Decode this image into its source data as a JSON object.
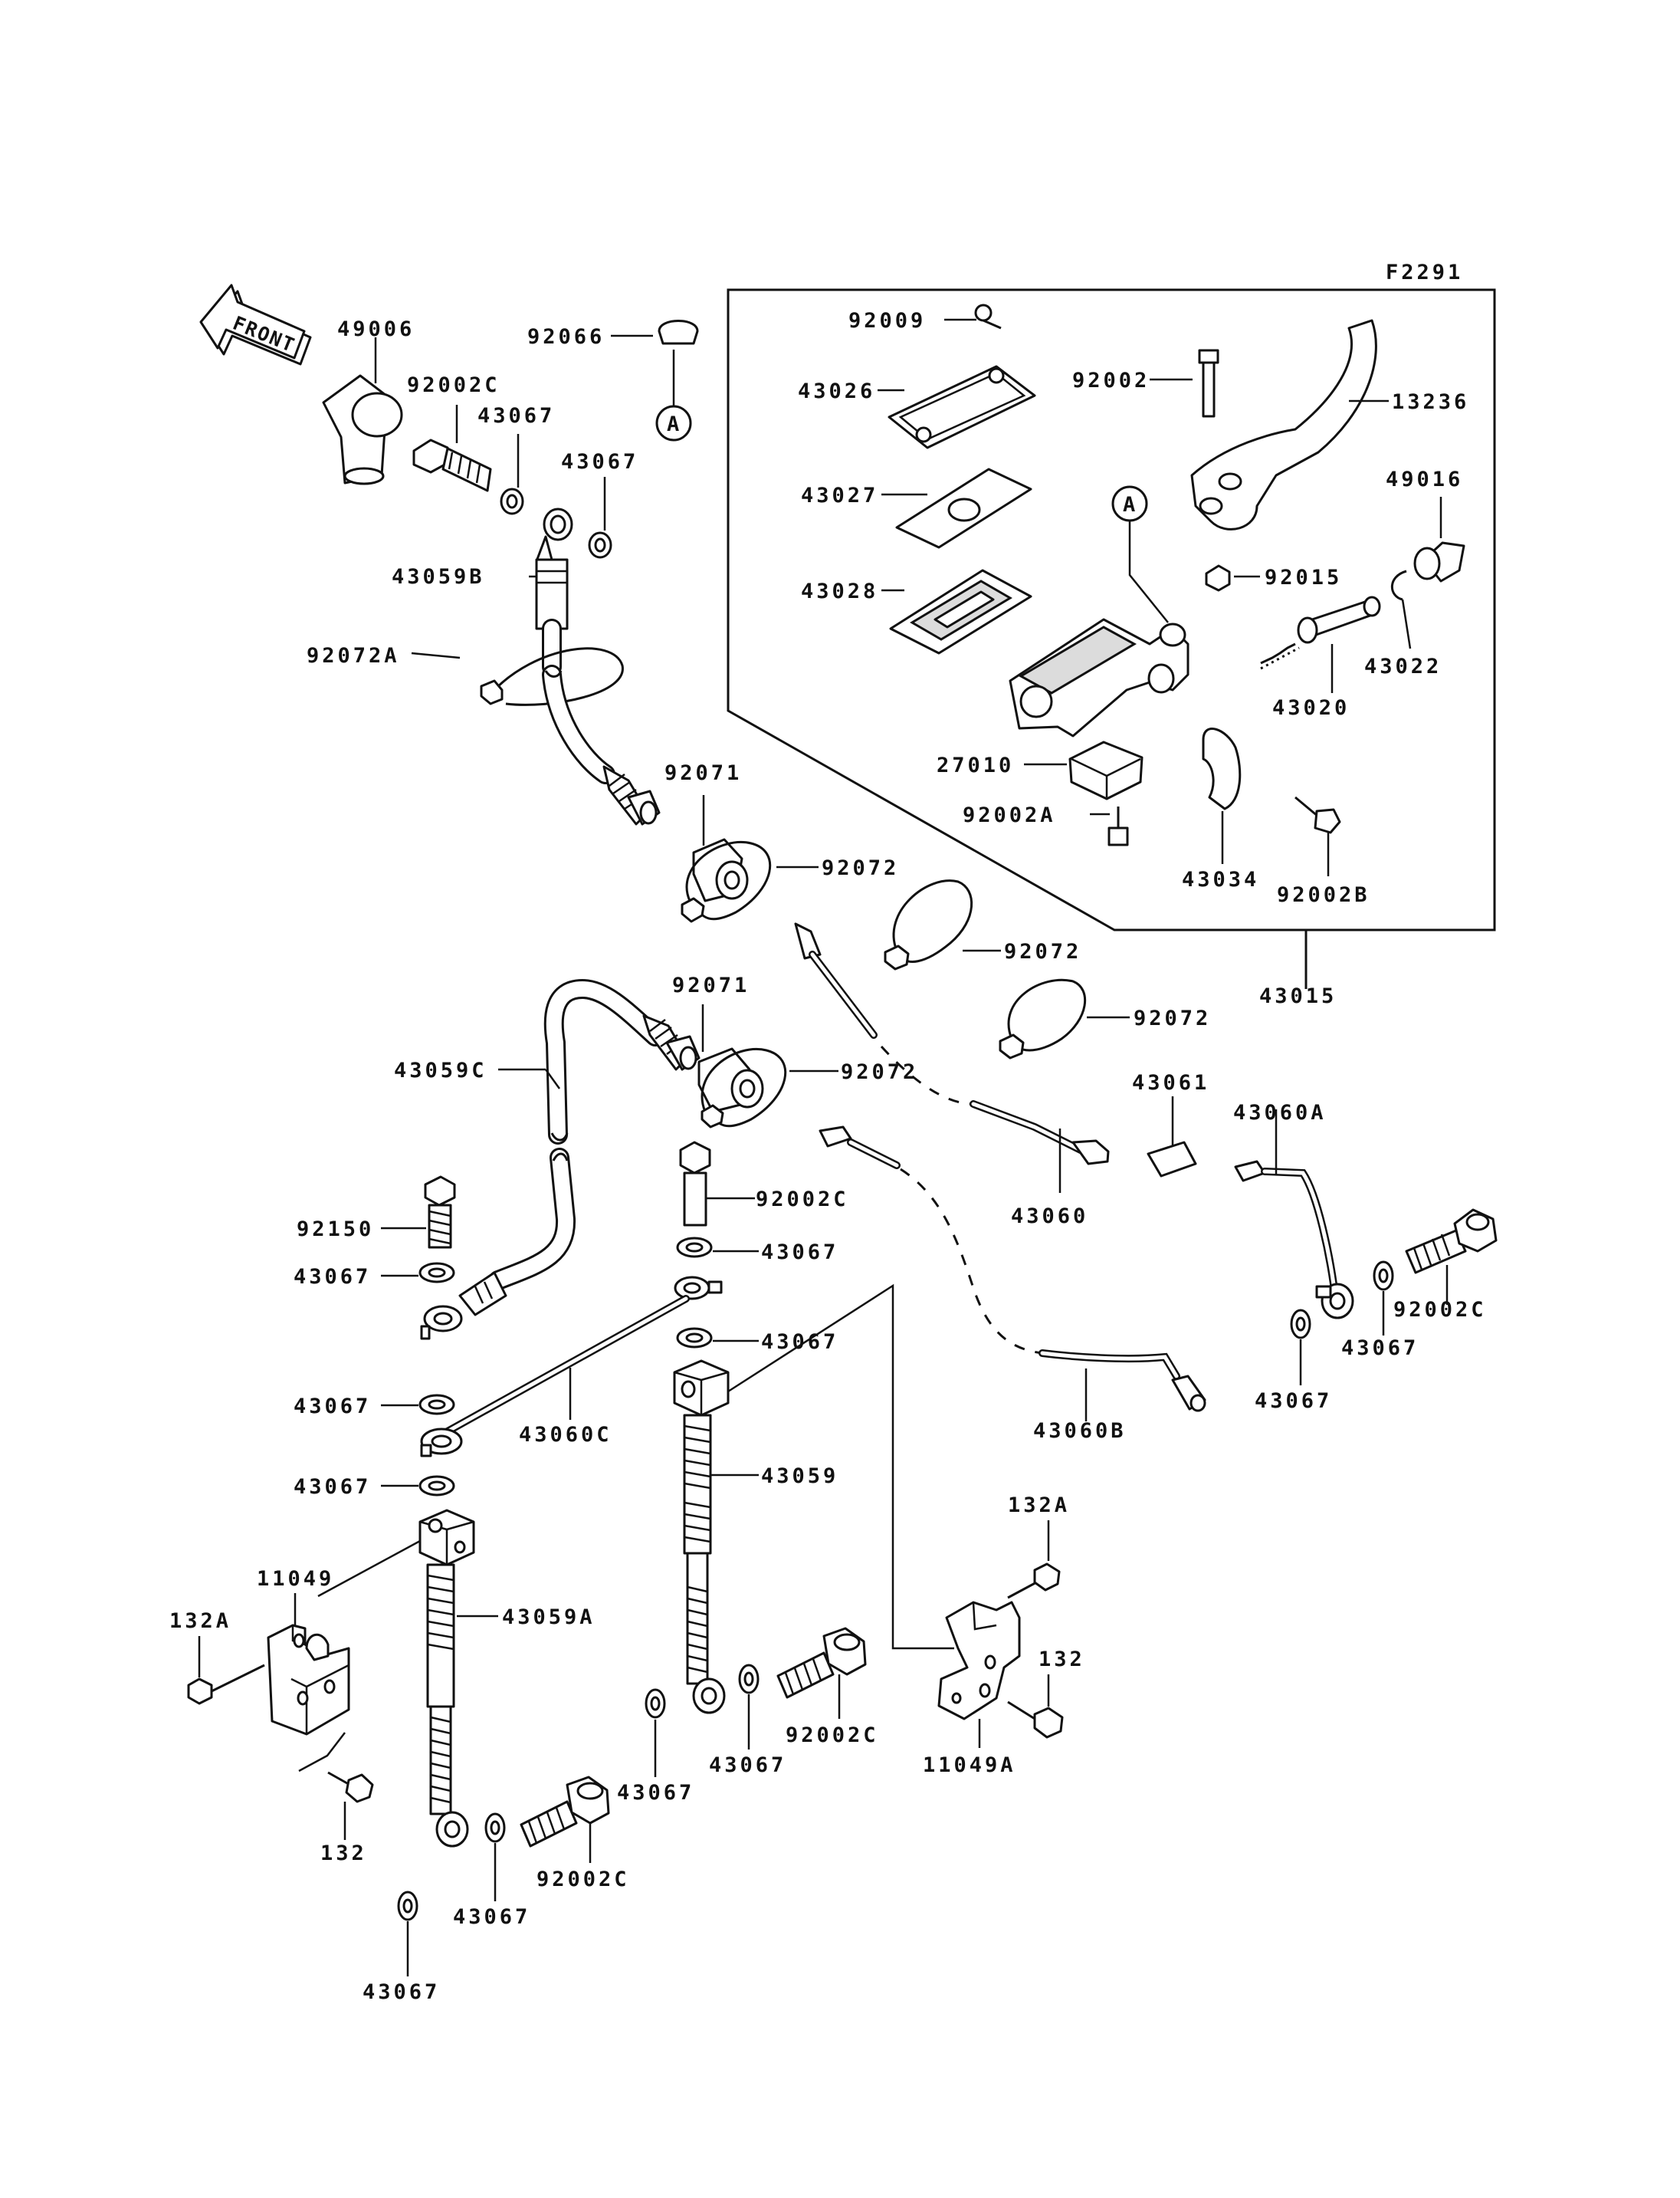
{
  "figure_id": "F2291",
  "front_label": "FRONT",
  "ref_marker": "A",
  "labels": {
    "l_49006": "49006",
    "l_92066": "92066",
    "l_92002C_top": "92002C",
    "l_43067_top1": "43067",
    "l_43067_top2": "43067",
    "l_43059B": "43059B",
    "l_92072A": "92072A",
    "l_92071_upper": "92071",
    "l_92072_upper": "92072",
    "l_92072_mid1": "92072",
    "l_92072_mid2": "92072",
    "l_92071_lower": "92071",
    "l_92072_lower": "92072",
    "l_43059C": "43059C",
    "l_92150": "92150",
    "l_43067_left1": "43067",
    "l_92002C_center": "92002C",
    "l_43067_center1": "43067",
    "l_43067_center2": "43067",
    "l_43067_left2": "43067",
    "l_43060C": "43060C",
    "l_43067_left3": "43067",
    "l_43059": "43059",
    "l_11049": "11049",
    "l_132A_left": "132A",
    "l_43059A": "43059A",
    "l_132_left": "132",
    "l_43067_bottom1": "43067",
    "l_43067_bottom2": "43067",
    "l_92002C_bottom": "92002C",
    "l_43067_bottom3": "43067",
    "l_43067_bottom4": "43067",
    "l_92002C_bottom2": "92002C",
    "l_132A_right": "132A",
    "l_132_right": "132",
    "l_11049A": "11049A",
    "l_43060B": "43060B",
    "l_43060": "43060",
    "l_43061": "43061",
    "l_43060A": "43060A",
    "l_43067_right1": "43067",
    "l_43067_right2": "43067",
    "l_92002C_right": "92002C",
    "l_92009": "92009",
    "l_43026": "43026",
    "l_43027": "43027",
    "l_43028": "43028",
    "l_92002": "92002",
    "l_13236": "13236",
    "l_49016": "49016",
    "l_92015": "92015",
    "l_43022": "43022",
    "l_43020": "43020",
    "l_27010": "27010",
    "l_92002A": "92002A",
    "l_43034": "43034",
    "l_92002B": "92002B",
    "l_43015": "43015"
  }
}
